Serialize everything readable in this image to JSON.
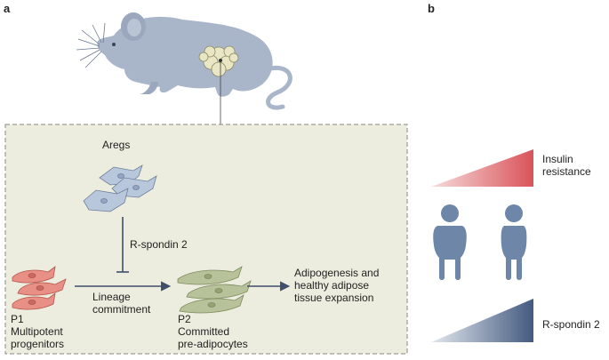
{
  "panels": {
    "a": "a",
    "b": "b"
  },
  "labels": {
    "aregs": "Aregs",
    "rspondin_inhibit": "R-spondin 2",
    "p1_line1": "P1",
    "p1_line2": "Multipotent",
    "p1_line3": "progenitors",
    "lineage_line1": "Lineage",
    "lineage_line2": "commitment",
    "p2_line1": "P2",
    "p2_line2": "Committed",
    "p2_line3": "pre-adipocytes",
    "outcome_line1": "Adipogenesis and",
    "outcome_line2": "healthy adipose",
    "outcome_line3": "tissue expansion",
    "insulin_line1": "Insulin",
    "insulin_line2": "resistance",
    "rspondin_b": "R-spondin 2"
  },
  "colors": {
    "mouse": "#a9b5c9",
    "box_fill": "#ecedde",
    "box_border": "#8a8a80",
    "areg_cell": "#b8c7dc",
    "p1_cell": "#e88f86",
    "p2_cell": "#b7c29a",
    "arrow": "#3f4f6b",
    "insulin_wedge": "#d9535a",
    "rspondin_wedge": "#435a80",
    "person": "#6e86a8"
  }
}
